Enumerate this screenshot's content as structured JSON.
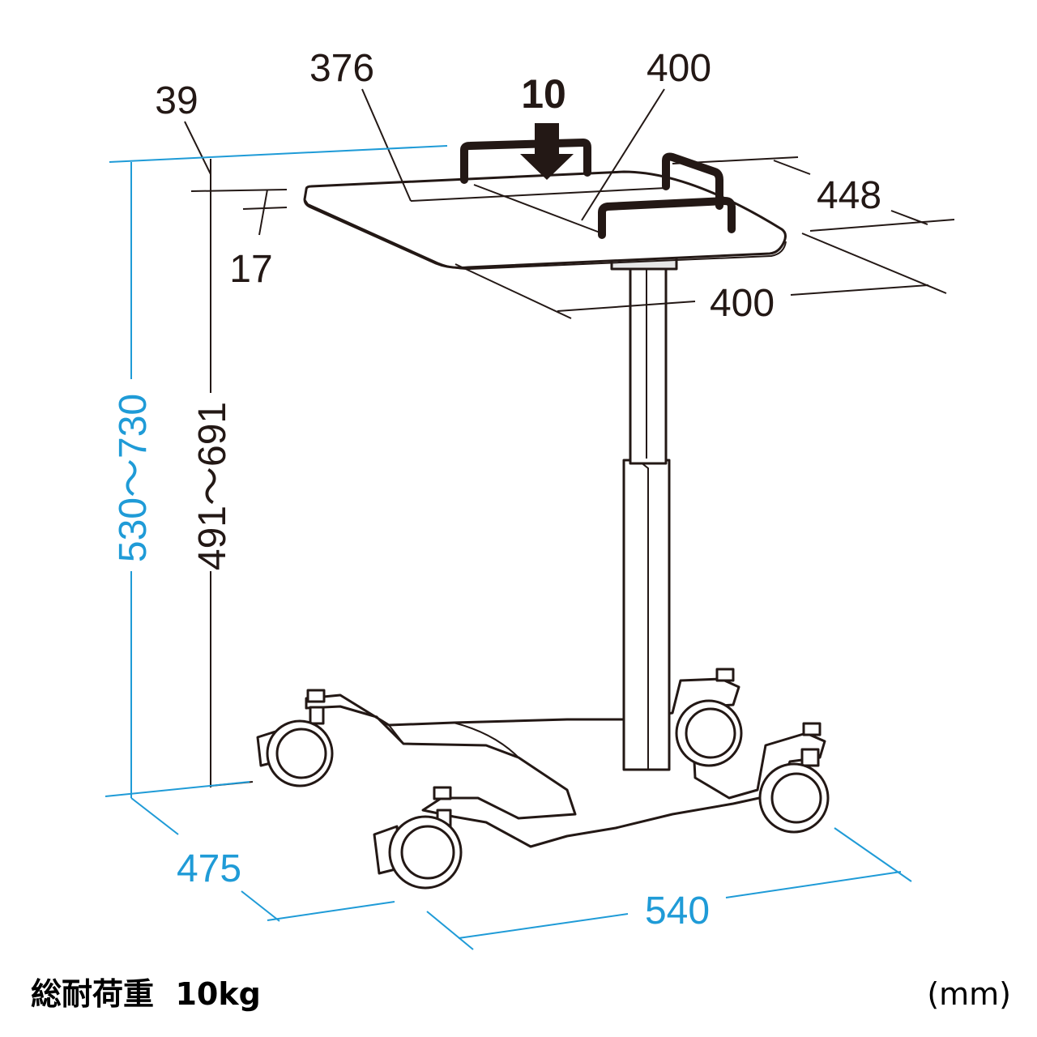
{
  "dimensions": {
    "top_depth": "376",
    "top_width": "400",
    "load_value": "10",
    "edge_lip": "39",
    "top_right_depth": "448",
    "top_thickness": "17",
    "top_front_width": "400",
    "table_height_range": "491～691",
    "overall_height_range": "530～730",
    "base_depth": "475",
    "base_width": "540"
  },
  "footer": {
    "max_load": "総耐荷重  10kg",
    "unit": "(mm)"
  },
  "colors": {
    "line": "#231815",
    "dimension_accent": "#1f9bd7"
  }
}
